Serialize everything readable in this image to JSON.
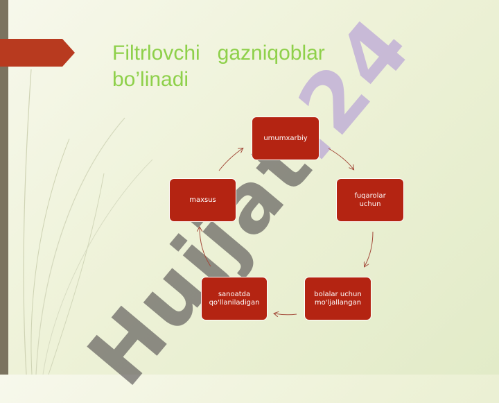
{
  "title": "Filtrlovchi   gazniqoblar bo’linadi",
  "watermark": {
    "part1": "Hujjat",
    "part2": ".24"
  },
  "diagram": {
    "type": "cycle",
    "nodes": [
      {
        "id": "n1",
        "label": "umumxarbiy"
      },
      {
        "id": "n2",
        "label": "fuqarolar\nuchun"
      },
      {
        "id": "n3",
        "label": "bolalar uchun\nmo'ljallangan"
      },
      {
        "id": "n4",
        "label": "sanoatda\nqo'llaniladigan"
      },
      {
        "id": "n5",
        "label": "maxsus"
      }
    ],
    "edges": [
      {
        "from": "n1",
        "to": "n2"
      },
      {
        "from": "n2",
        "to": "n3"
      },
      {
        "from": "n3",
        "to": "n4"
      },
      {
        "from": "n4",
        "to": "n5"
      },
      {
        "from": "n5",
        "to": "n1"
      }
    ]
  },
  "colors": {
    "node": "#b42412",
    "title": "#8ed04a",
    "accent": "#b83a1f",
    "edge": "#a34a3a"
  }
}
